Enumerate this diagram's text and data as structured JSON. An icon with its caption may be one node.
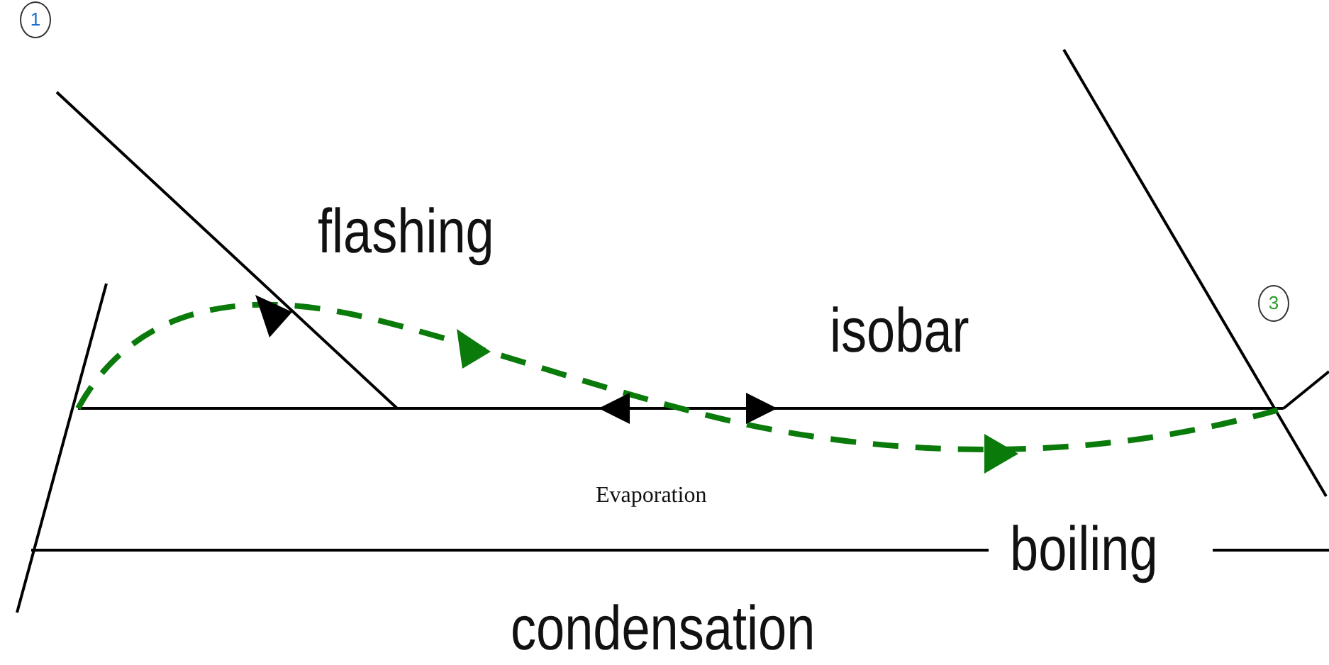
{
  "diagram": {
    "labels": [
      "1",
      "flashing",
      "isobar",
      "3",
      "Evaporation",
      "boiling",
      "condensation"
    ]
  }
}
